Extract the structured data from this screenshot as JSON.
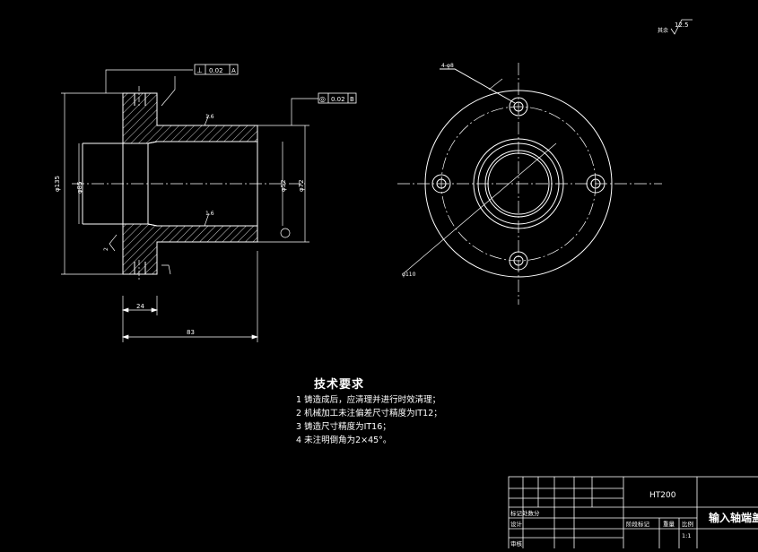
{
  "drawing": {
    "roughness_mark": "12.5",
    "gdt_perpendicular": {
      "symbol": "⊥",
      "value": "0.02",
      "datum": "A"
    },
    "gdt_concentric": {
      "symbol": "◎",
      "value": "0.02",
      "datum": "B"
    },
    "dims": {
      "d_outer_flange": "φ135",
      "d_bore": "φ85",
      "d_hub_inner": "φ52",
      "d_hub_outer": "φ72",
      "w_flange": "24",
      "l_total": "83",
      "ra_1": "1.6",
      "ra_2": "1.6",
      "chamfer": "2",
      "hole_dim": "4-φ8",
      "pcd": "φ110"
    }
  },
  "tech_req": {
    "title": "技术要求",
    "items": [
      "1 铸造成后，应清理并进行时效清理；",
      "2 机械加工未注偏差尺寸精度为IT12；",
      "3 铸造尺寸精度为IT16；",
      "4 未注明倒角为2×45°。"
    ]
  },
  "title_block": {
    "material": "HT200",
    "part_name": "输入轴端盖",
    "row_labels": [
      "标记处数分",
      "设计",
      "审核"
    ],
    "cells": [
      "阶段标记",
      "重量",
      "比例"
    ],
    "scale": "1:1"
  }
}
